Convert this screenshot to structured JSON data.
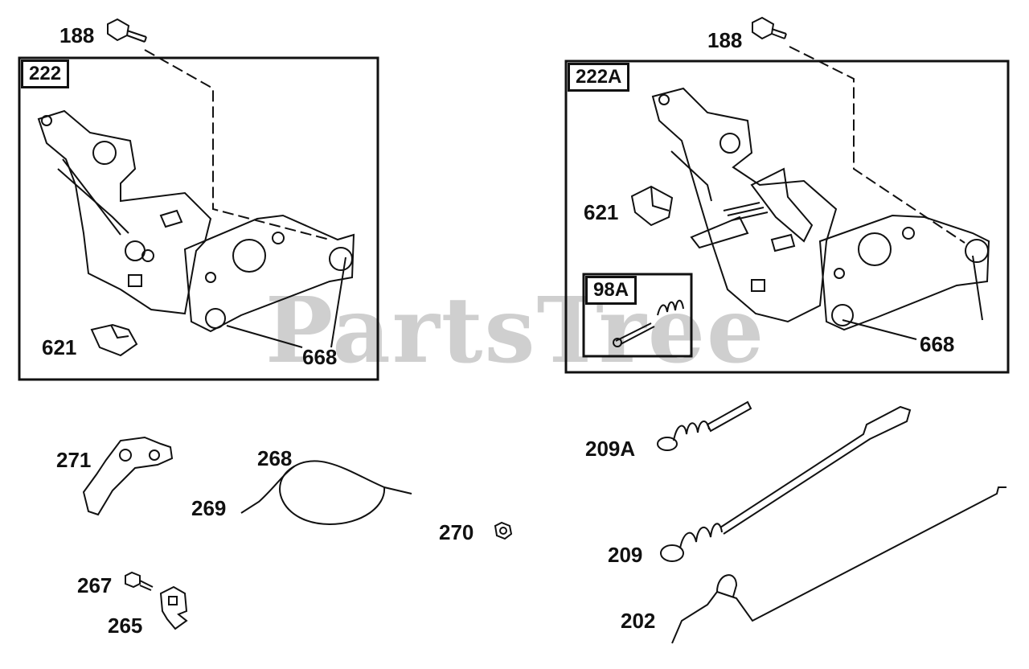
{
  "watermark": "PartsTree",
  "boxes": {
    "left": "222",
    "right": "222A",
    "inset": "98A"
  },
  "labels": {
    "left_188": "188",
    "left_621": "621",
    "left_668": "668",
    "right_188": "188",
    "right_621": "621",
    "right_668": "668",
    "p271": "271",
    "p268": "268",
    "p269": "269",
    "p270": "270",
    "p267": "267",
    "p265": "265",
    "p209A": "209A",
    "p209": "209",
    "p202": "202"
  }
}
